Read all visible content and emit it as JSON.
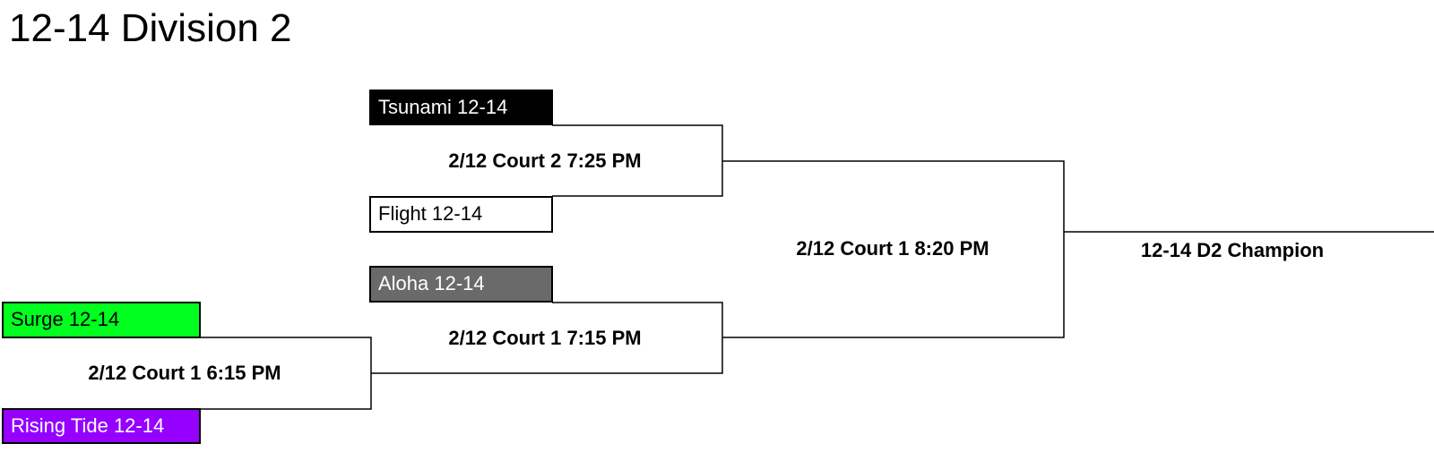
{
  "title": "12-14 Division 2",
  "teams": [
    {
      "name": "Tsunami 12-14",
      "bg": "#000000",
      "fg": "#ffffff"
    },
    {
      "name": "Flight 12-14",
      "bg": "#ffffff",
      "fg": "#000000"
    },
    {
      "name": "Aloha 12-14",
      "bg": "#6a6a6a",
      "fg": "#ffffff"
    },
    {
      "name": "Surge 12-14",
      "bg": "#00ff1e",
      "fg": "#000000"
    },
    {
      "name": "Rising Tide 12-14",
      "bg": "#9500ff",
      "fg": "#ffffff"
    }
  ],
  "matches": [
    {
      "label": "2/12 Court 2 7:25 PM"
    },
    {
      "label": "2/12 Court 1 7:15 PM"
    },
    {
      "label": "2/12 Court 1 6:15 PM"
    },
    {
      "label": "2/12 Court 1 8:20 PM"
    }
  ],
  "champion": {
    "label": "12-14 D2 Champion"
  }
}
